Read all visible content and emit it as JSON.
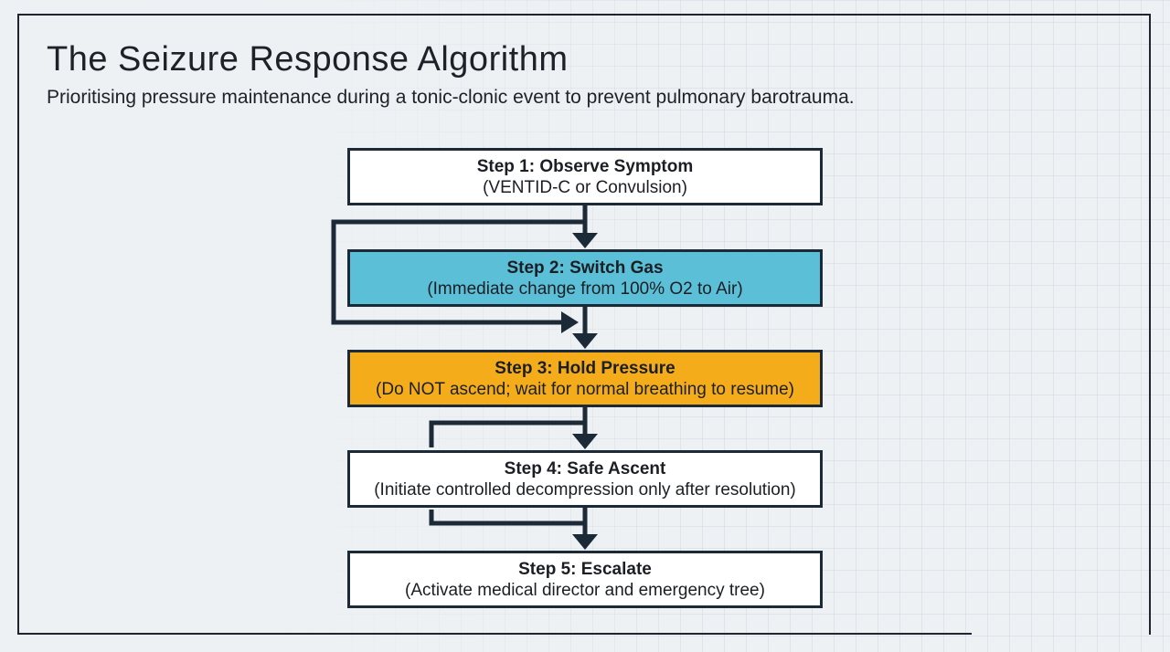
{
  "title": "The Seizure Response Algorithm",
  "subtitle": "Prioritising pressure maintenance during a tonic-clonic event to prevent pulmonary barotrauma.",
  "colors": {
    "step2_fill": "#5bbfd8",
    "step3_fill": "#f5ac1a",
    "default_fill": "#ffffff",
    "connector": "#1c2a38"
  },
  "steps": [
    {
      "title": "Step 1: Observe Symptom",
      "detail": "(VENTID-C or Convulsion)"
    },
    {
      "title": "Step 2: Switch Gas",
      "detail": "(Immediate change from 100% O2 to Air)"
    },
    {
      "title": "Step 3: Hold Pressure",
      "detail": "(Do NOT ascend; wait for normal breathing to resume)"
    },
    {
      "title": "Step 4: Safe Ascent",
      "detail": "(Initiate controlled decompression only after resolution)"
    },
    {
      "title": "Step 5: Escalate",
      "detail": "(Activate medical director and emergency tree)"
    }
  ]
}
